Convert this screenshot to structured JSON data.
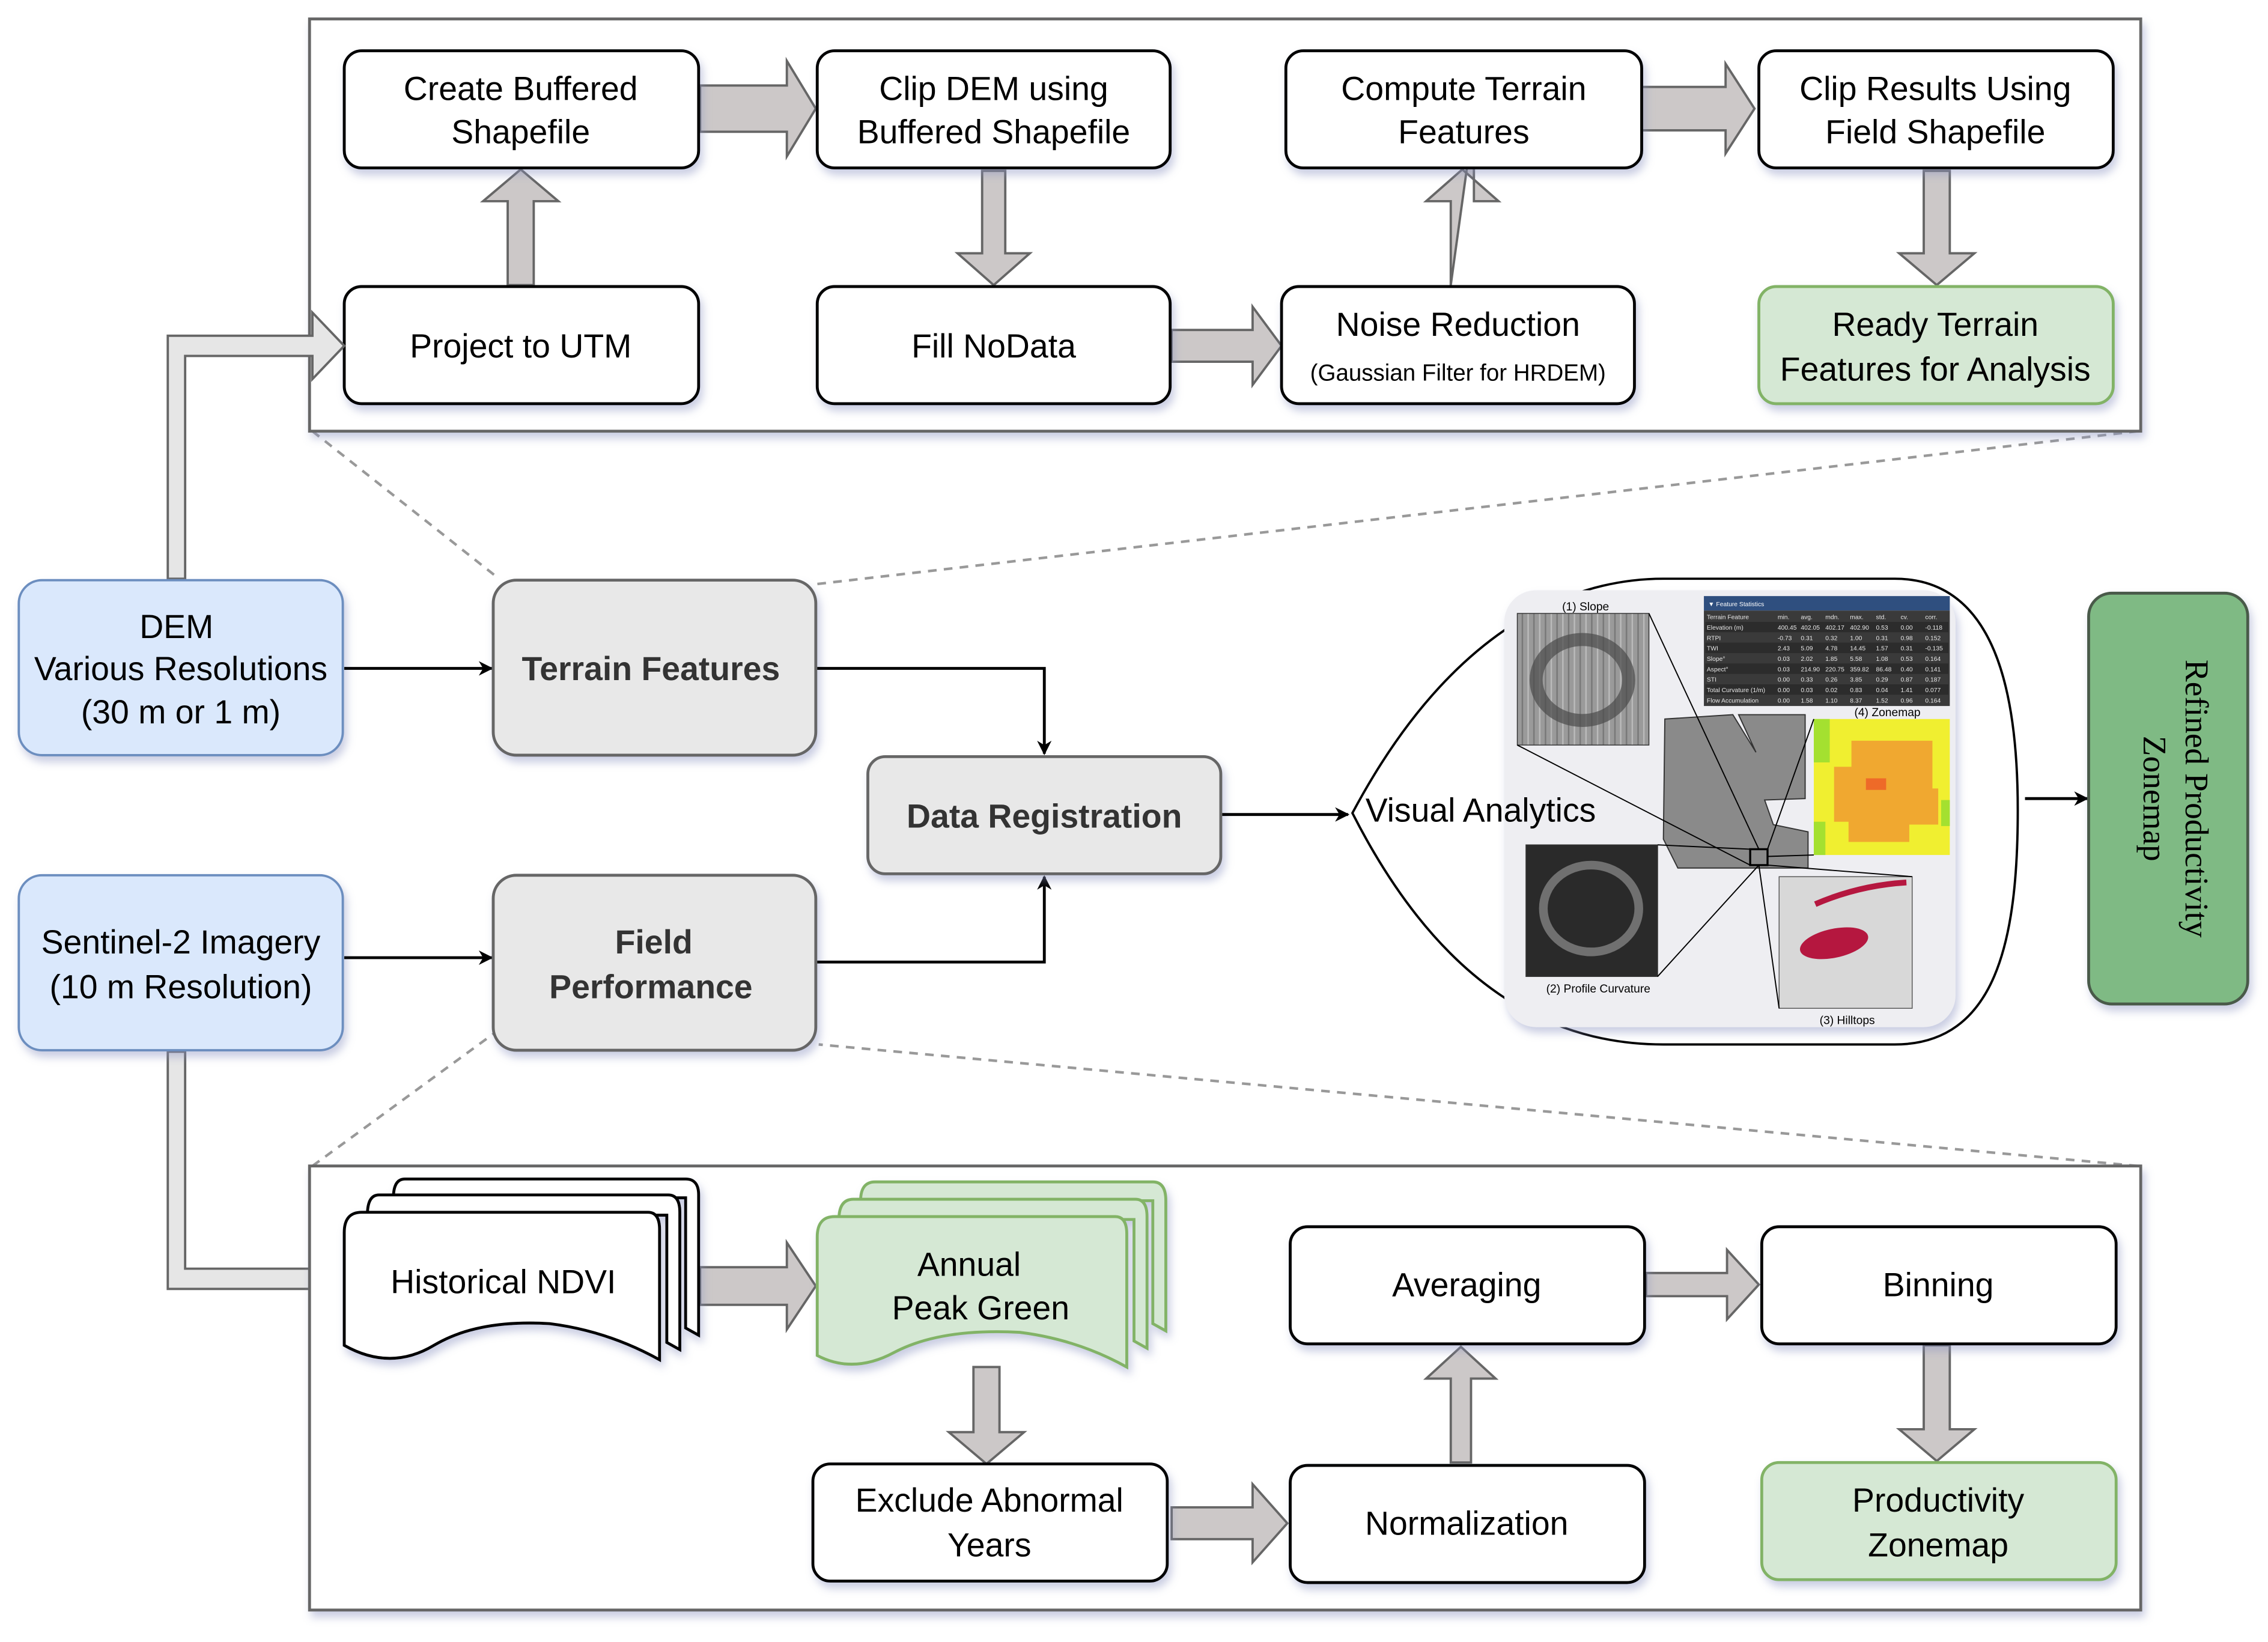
{
  "top_panel": {
    "nodes": {
      "create_buffered": [
        "Create Buffered",
        "Shapefile"
      ],
      "clip_dem": [
        "Clip DEM using",
        "Buffered Shapefile"
      ],
      "compute_terrain": [
        "Compute Terrain",
        "Features"
      ],
      "clip_results": [
        "Clip Results Using",
        "Field Shapefile"
      ],
      "project_utm": [
        "Project to UTM"
      ],
      "fill_nodata": [
        "Fill NoData"
      ],
      "noise_reduction": [
        "Noise Reduction",
        "(Gaussian Filter for HRDEM)"
      ],
      "ready_terrain": [
        "Ready Terrain",
        "Features for Analysis"
      ]
    }
  },
  "middle": {
    "dem": [
      "DEM",
      "Various Resolutions",
      "(30 m or 1 m)"
    ],
    "sentinel": [
      "Sentinel-2 Imagery",
      "(10 m Resolution)"
    ],
    "terrain_features": "Terrain Features",
    "field_performance": [
      "Field",
      "Performance"
    ],
    "data_registration": "Data Registration",
    "visual_analytics": "Visual Analytics",
    "refined": [
      "Refined Productivity",
      "Zonemap"
    ]
  },
  "visual_analytics_panel": {
    "labels": {
      "slope": "(1) Slope",
      "profile_curvature": "(2) Profile Curvature",
      "hilltops": "(3) Hilltops",
      "zonemap": "(4) Zonemap"
    },
    "feature_statistics": {
      "title": "▼ Feature Statistics",
      "columns": [
        "Terrain Feature",
        "min.",
        "avg.",
        "mdn.",
        "max.",
        "std.",
        "cv.",
        "corr."
      ],
      "rows": [
        [
          "Elevation (m)",
          "400.45",
          "402.05",
          "402.17",
          "402.90",
          "0.53",
          "0.00",
          "-0.118"
        ],
        [
          "RTPI",
          "-0.73",
          "0.31",
          "0.32",
          "1.00",
          "0.31",
          "0.98",
          "0.152"
        ],
        [
          "TWI",
          "2.43",
          "5.09",
          "4.78",
          "14.45",
          "1.57",
          "0.31",
          "-0.135"
        ],
        [
          "Slope°",
          "0.03",
          "2.02",
          "1.85",
          "5.58",
          "1.08",
          "0.53",
          "0.164"
        ],
        [
          "Aspect°",
          "0.03",
          "214.90",
          "220.75",
          "359.82",
          "86.48",
          "0.40",
          "0.141"
        ],
        [
          "STI",
          "0.00",
          "0.33",
          "0.26",
          "3.85",
          "0.29",
          "0.87",
          "0.187"
        ],
        [
          "Total Curvature (1/m)",
          "0.00",
          "0.03",
          "0.02",
          "0.83",
          "0.04",
          "1.41",
          "0.077"
        ],
        [
          "Flow Accumulation",
          "0.00",
          "1.58",
          "1.10",
          "8.37",
          "1.52",
          "0.96",
          "0.164"
        ]
      ]
    }
  },
  "bottom_panel": {
    "nodes": {
      "historical_ndvi": [
        "Historical NDVI"
      ],
      "annual_peak": [
        "Annual",
        "Peak Green"
      ],
      "averaging": [
        "Averaging"
      ],
      "binning": [
        "Binning"
      ],
      "exclude": [
        "Exclude Abnormal",
        "Years"
      ],
      "normalization": [
        "Normalization"
      ],
      "productivity": [
        "Productivity",
        "Zonemap"
      ]
    }
  },
  "colors": {
    "input_blue": "#dae8fc",
    "output_green": "#d5e8d4",
    "process_gray": "#e8e8e8",
    "refined_green": "#7fba84",
    "zonemap_yellow": "#f0ef30",
    "zonemap_orange": "#f0a830",
    "hilltop_red": "#b5173f"
  }
}
